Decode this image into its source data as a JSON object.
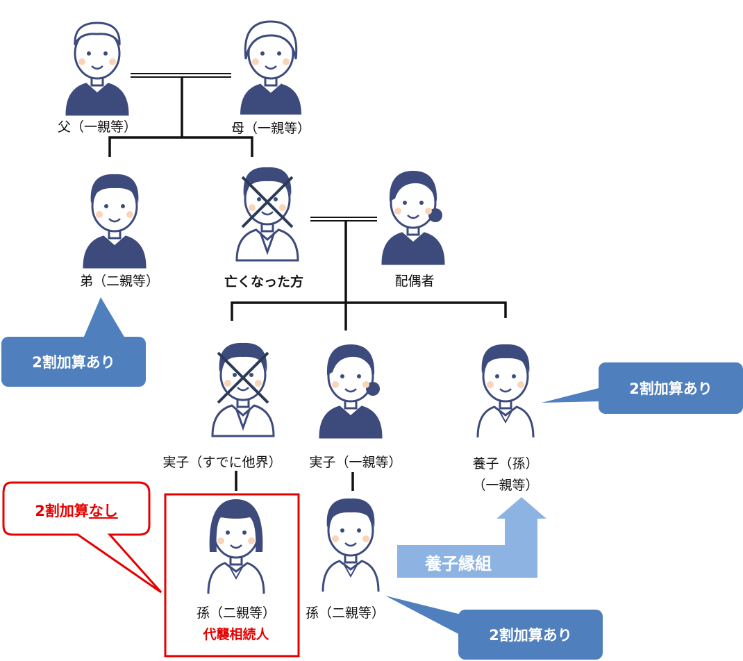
{
  "people": {
    "father": {
      "label": "父（一親等）"
    },
    "mother": {
      "label": "母（一親等）"
    },
    "brother": {
      "label": "弟（二親等）"
    },
    "deceased": {
      "label": "亡くなった方"
    },
    "spouse": {
      "label": "配偶者"
    },
    "child_deceased": {
      "label": "実子（すでに他界）"
    },
    "child": {
      "label": "実子（一親等）"
    },
    "adopted": {
      "label_line1": "養子（孫）",
      "label_line2": "（一親等）"
    },
    "grandchild_representative": {
      "label": "孫（二親等）",
      "role": "代襲相続人"
    },
    "grandchild": {
      "label": "孫（二親等）"
    }
  },
  "callouts": {
    "brother_surcharge": "2割加算あり",
    "adopted_surcharge": "2割加算あり",
    "grandchild_surcharge": "2割加算あり",
    "representative_no_surcharge_prefix": "2割加算",
    "representative_no_surcharge_emph": "なし"
  },
  "adoption_arrow": {
    "label": "養子縁組"
  },
  "colors": {
    "navy": "#3d4a7c",
    "callout_blue": "#4f7fbd",
    "arrow_blue": "#8db3e2",
    "red": "#e60000"
  }
}
